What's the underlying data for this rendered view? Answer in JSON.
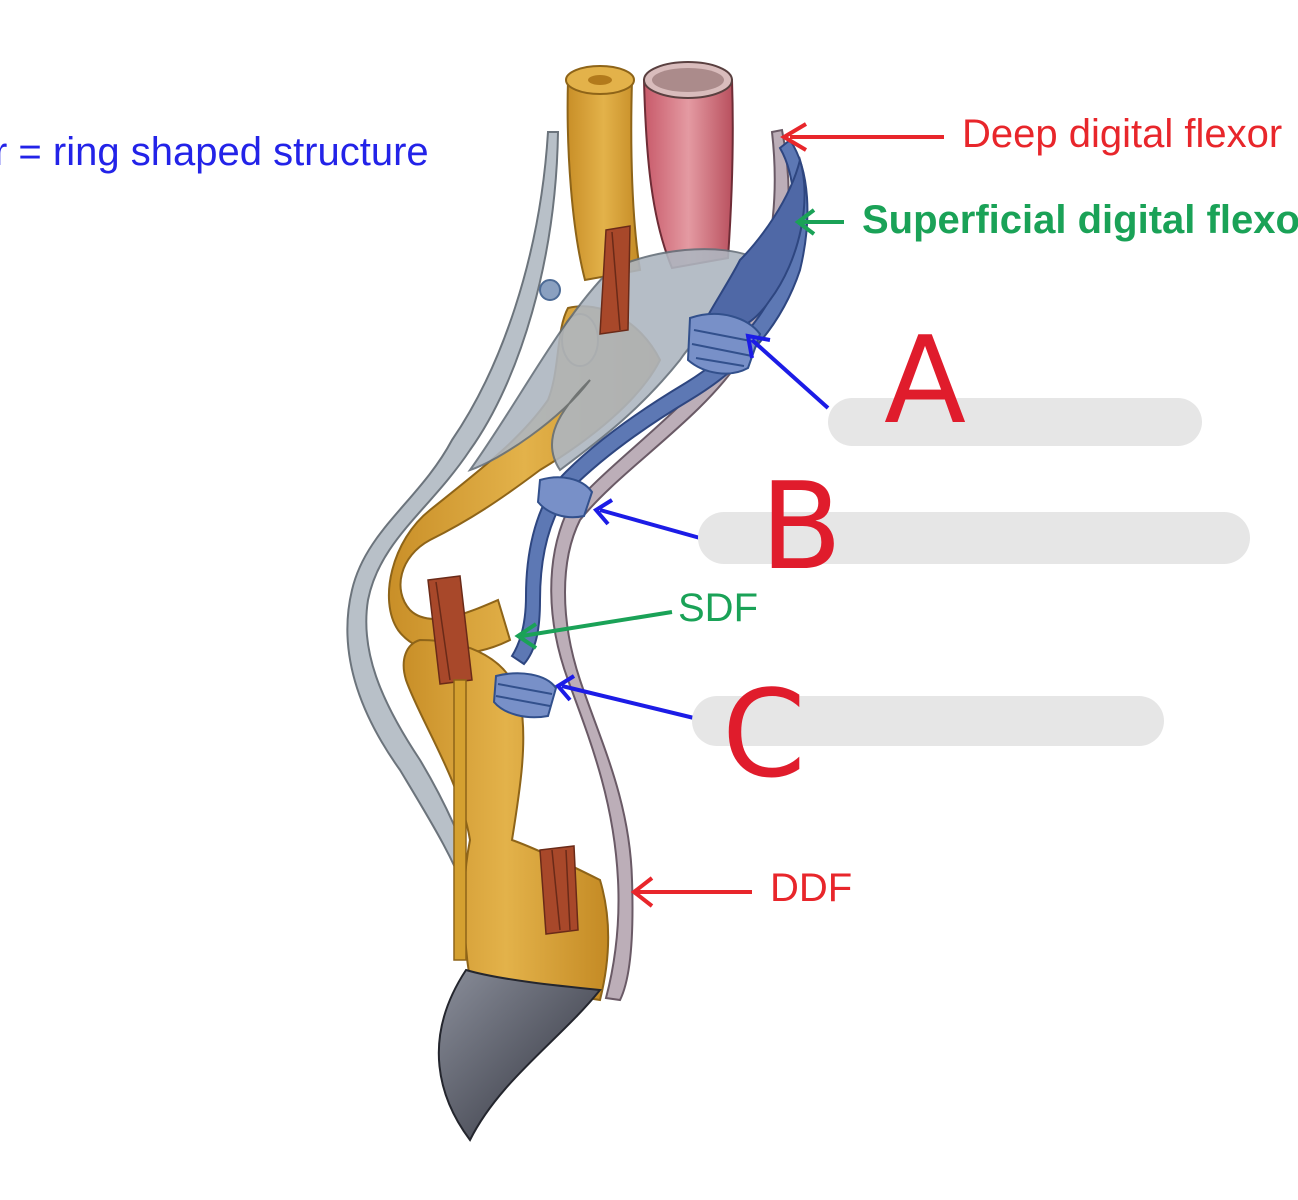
{
  "labels": {
    "definition": "r = ring shaped structure",
    "deep_flexor_top": "Deep digital flexor",
    "superficial_flexor_top": "Superficial digital flexor",
    "sdf": "SDF",
    "ddf": "DDF"
  },
  "answers": {
    "a": "A",
    "b": "B",
    "c": "C"
  },
  "colors": {
    "definition_text": "#2323e8",
    "ddf_red": "#e8262b",
    "sdf_green": "#1aa257",
    "pointer_blue": "#1c1ce6",
    "handwriting_red": "#e01c2c",
    "bone": "#d8a63a",
    "tendon_grey": "#b4bcc4",
    "tendon_blue": "#5670b0",
    "ligament_red": "#a84a2c",
    "claw": "#4a4e5c"
  }
}
